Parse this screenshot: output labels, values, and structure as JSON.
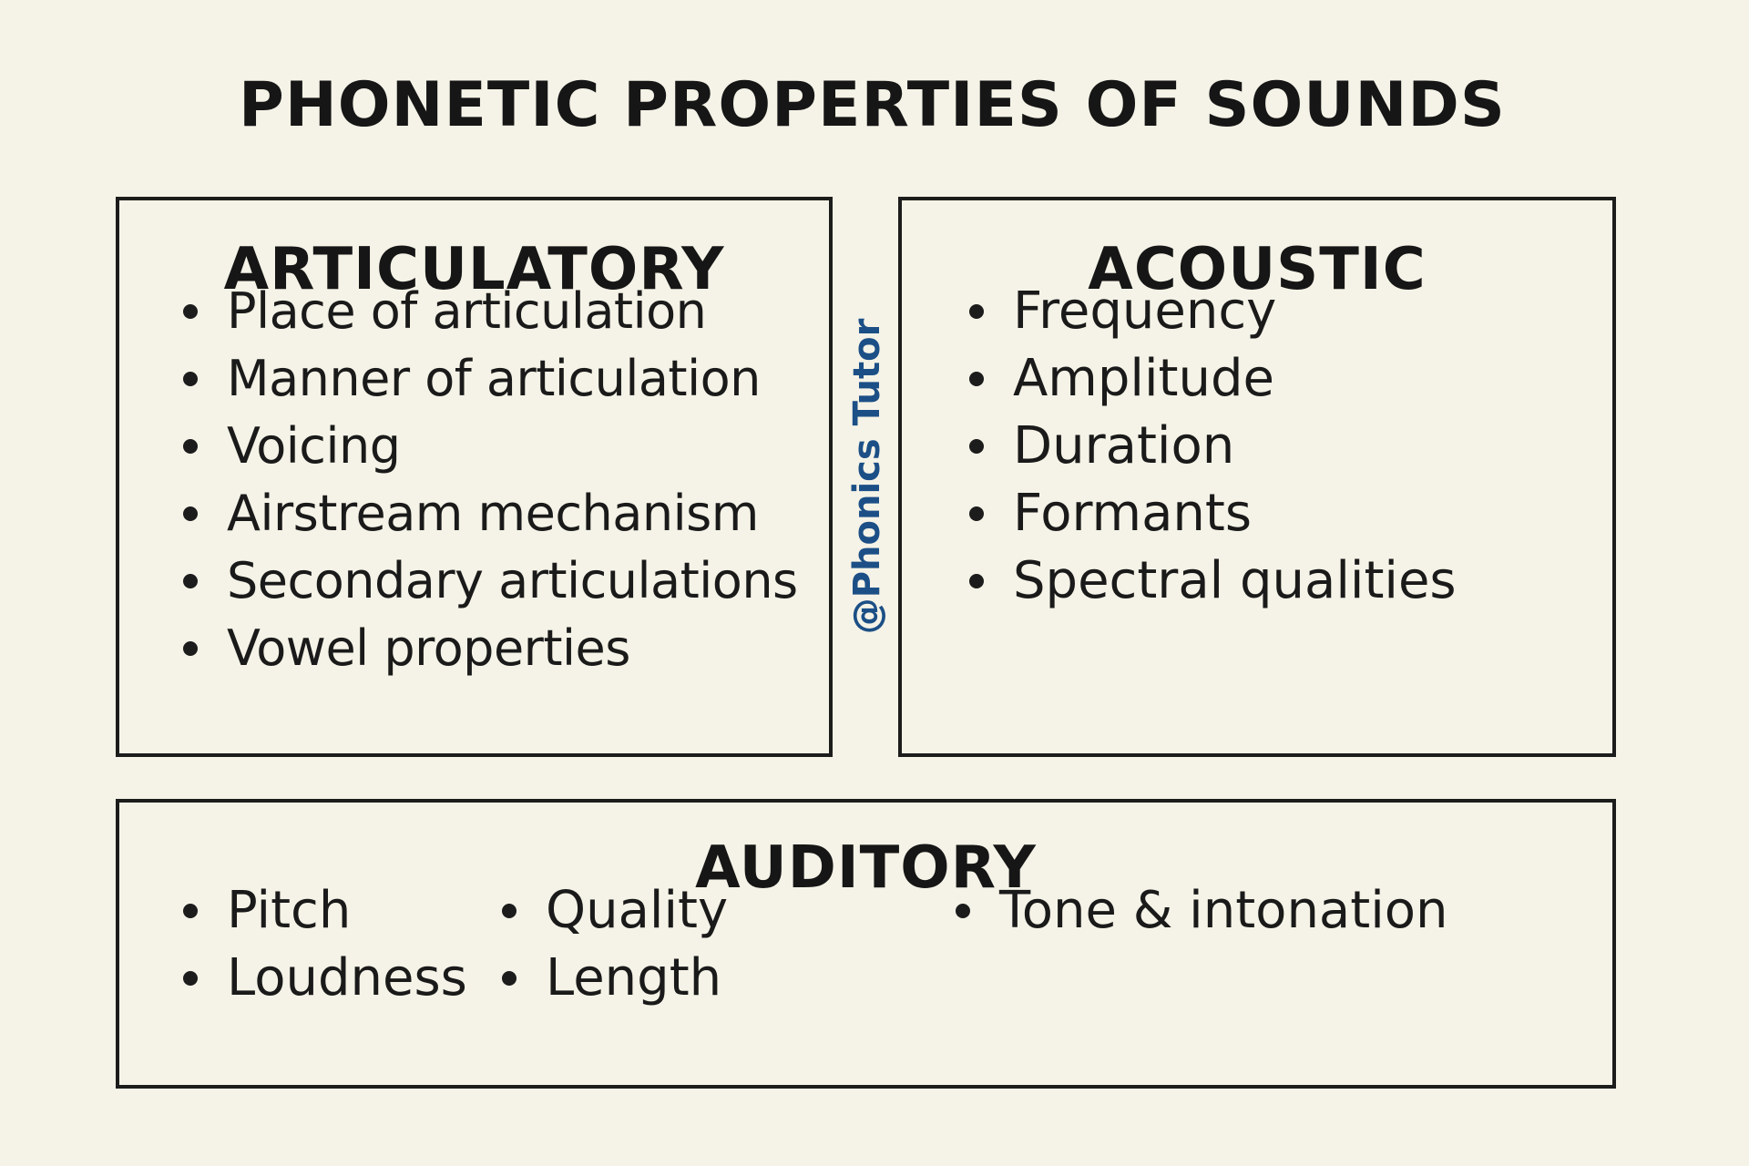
{
  "title": "PHONETIC PROPERTIES OF SOUNDS",
  "watermark": "@Phonics Tutor",
  "colors": {
    "background": "#f5f3e7",
    "text": "#161616",
    "border": "#1c1c1c",
    "watermark": "#1c4f86"
  },
  "articulatory": {
    "heading": "ARTICULATORY",
    "items": [
      "Place of articulation",
      "Manner of articulation",
      "Voicing",
      "Airstream mechanism",
      "Secondary articulations",
      "Vowel properties"
    ]
  },
  "acoustic": {
    "heading": "ACOUSTIC",
    "items": [
      "Frequency",
      "Amplitude",
      "Duration",
      "Formants",
      "Spectral qualities"
    ]
  },
  "auditory": {
    "heading": "AUDITORY",
    "columns": [
      [
        "Pitch",
        "Loudness"
      ],
      [
        "Quality",
        "Length"
      ],
      [
        "Tone & intonation"
      ]
    ]
  }
}
